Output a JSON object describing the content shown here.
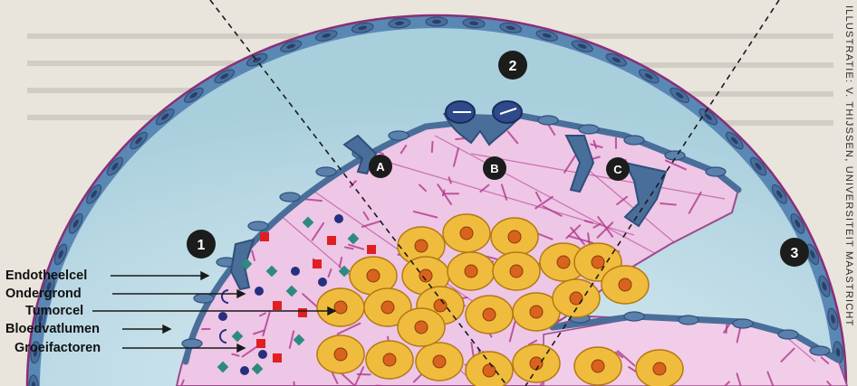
{
  "labels": {
    "endotheelcel": "Endotheelcel",
    "ondergrond": "Ondergrond",
    "tumorcel": "Tumorcel",
    "bloedvatlumen": "Bloedvatlumen",
    "groeifactoren": "Groeifactoren"
  },
  "markers": {
    "one": "1",
    "two": "2",
    "three": "3",
    "a": "A",
    "b": "B",
    "c": "C"
  },
  "credit": "ILLUSTRATIE: V. THIJSSEN, UNIVERSITEIT MAASTRICHT",
  "colors": {
    "vessel_lumen": "#c3dfe8",
    "stroma": "#eec6e6",
    "fiber": "#b0398c",
    "endothelial": "#4a6e9a",
    "tumor_cell": "#f0bc3e",
    "nucleus": "#d9631c",
    "growth_factor_red": "#e02020",
    "growth_factor_blue": "#27307e",
    "growth_factor_teal": "#2e8a80",
    "marker_badge": "#1c1c1c"
  }
}
